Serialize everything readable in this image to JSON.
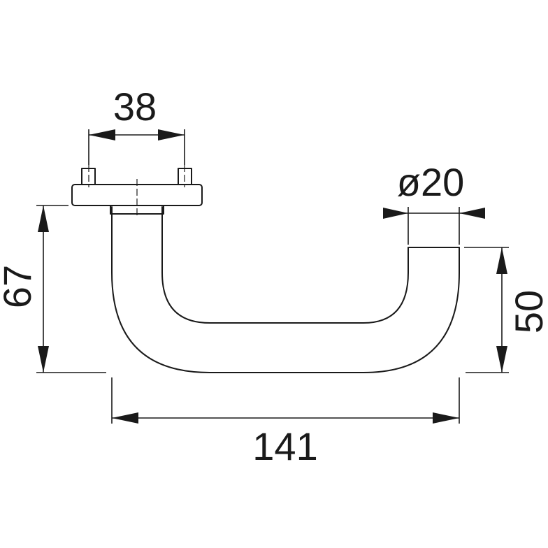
{
  "dimensions": {
    "rose_pin_spacing": "38",
    "bar_diameter": "ø20",
    "height_total": "67",
    "height_end": "50",
    "overall_length": "141"
  },
  "colors": {
    "line": "#1a1a1a",
    "background": "#ffffff"
  }
}
